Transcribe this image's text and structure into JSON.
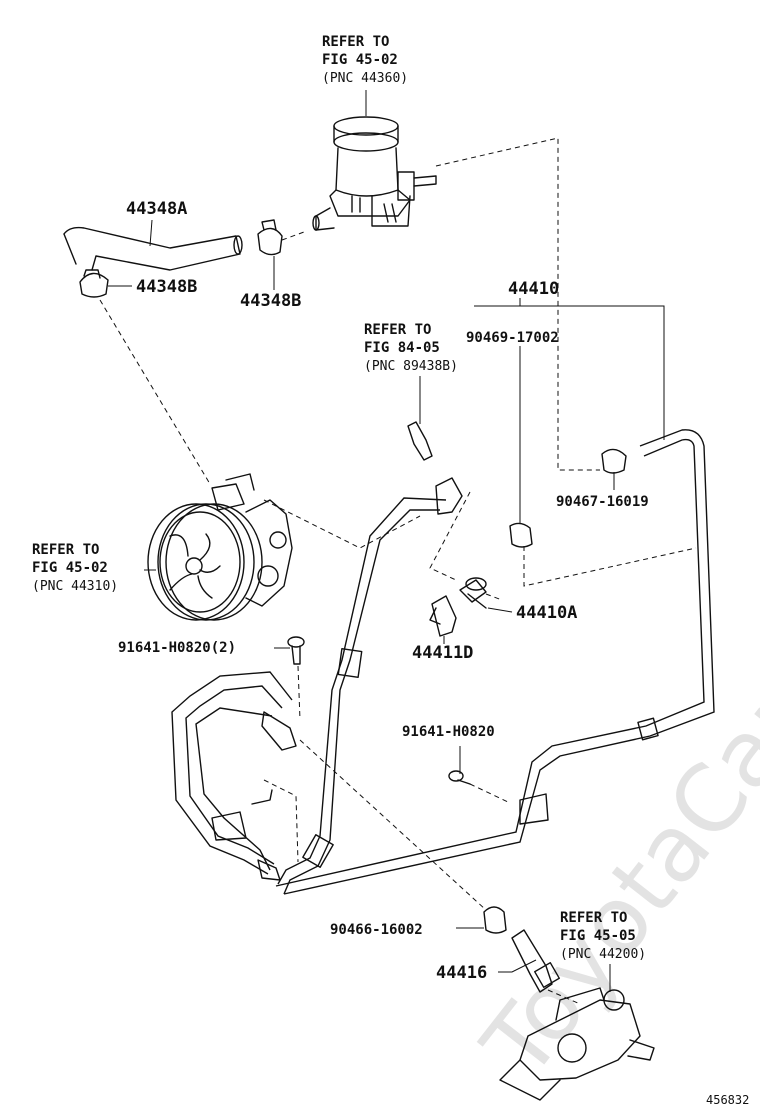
{
  "watermark": "ToyotaCarMine.ru",
  "figure_id": "456832",
  "labels": {
    "hose_inlet": "44348A",
    "clamp_left": "44348B",
    "clamp_right": "44348B",
    "pressure_tube_assy": "44410",
    "clip_upper": "90469-17002",
    "clip_return": "90467-16019",
    "bracket_bolt": "44410A",
    "clamp_bracket": "44411D",
    "bolt_pump": "91641-H0820(2)",
    "bolt_bracket": "91641-H0820",
    "clip_lower": "90466-16002",
    "union_seal": "44416"
  },
  "references": {
    "reservoir": {
      "line1": "REFER TO",
      "line2": "FIG 45-02",
      "line3": "(PNC 44360)"
    },
    "sensor": {
      "line1": "REFER TO",
      "line2": "FIG 84-05",
      "line3": "(PNC 89438B)"
    },
    "pump": {
      "line1": "REFER TO",
      "line2": "FIG 45-02",
      "line3": "(PNC 44310)"
    },
    "gear": {
      "line1": "REFER TO",
      "line2": "FIG 45-05",
      "line3": "(PNC 44200)"
    }
  },
  "icons": {
    "reservoir": "power-steering-reservoir",
    "pump": "vane-pump-with-pulley",
    "gear": "steering-gear-housing"
  }
}
